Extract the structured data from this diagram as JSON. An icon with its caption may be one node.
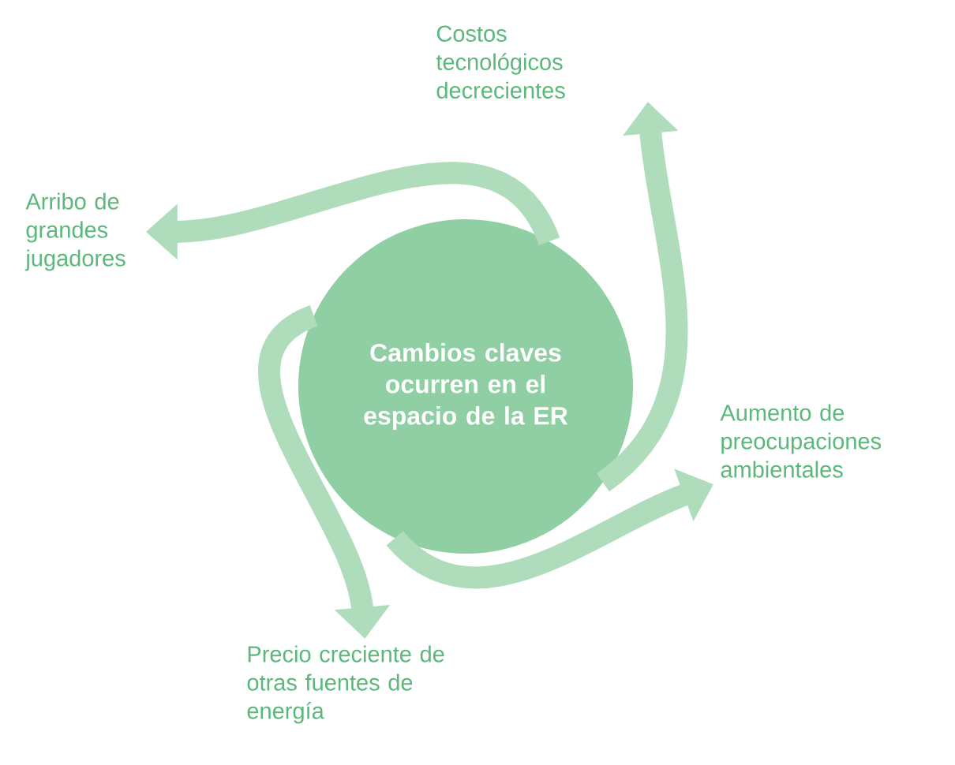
{
  "diagram": {
    "nodes": [
      {
        "text": [
          "Cambios claves ocurren en el espacio de la ER"
        ]
      },
      {
        "text": [
          "Costos tecnológicos decrecientes"
        ]
      },
      {
        "text": [
          "Arribo de grandes jugadores"
        ]
      },
      {
        "text": [
          "Aumento de preocupaciones ambientales"
        ]
      },
      {
        "text": [
          "Precio creciente de otras fuentes de energía"
        ]
      }
    ],
    "edges": [
      {
        "from": 0,
        "to": 1,
        "arrow": "to"
      },
      {
        "from": 0,
        "to": 2,
        "arrow": "to"
      },
      {
        "from": 0,
        "to": 4,
        "arrow": "to"
      },
      {
        "from": 0,
        "to": 3,
        "arrow": "to"
      }
    ]
  }
}
